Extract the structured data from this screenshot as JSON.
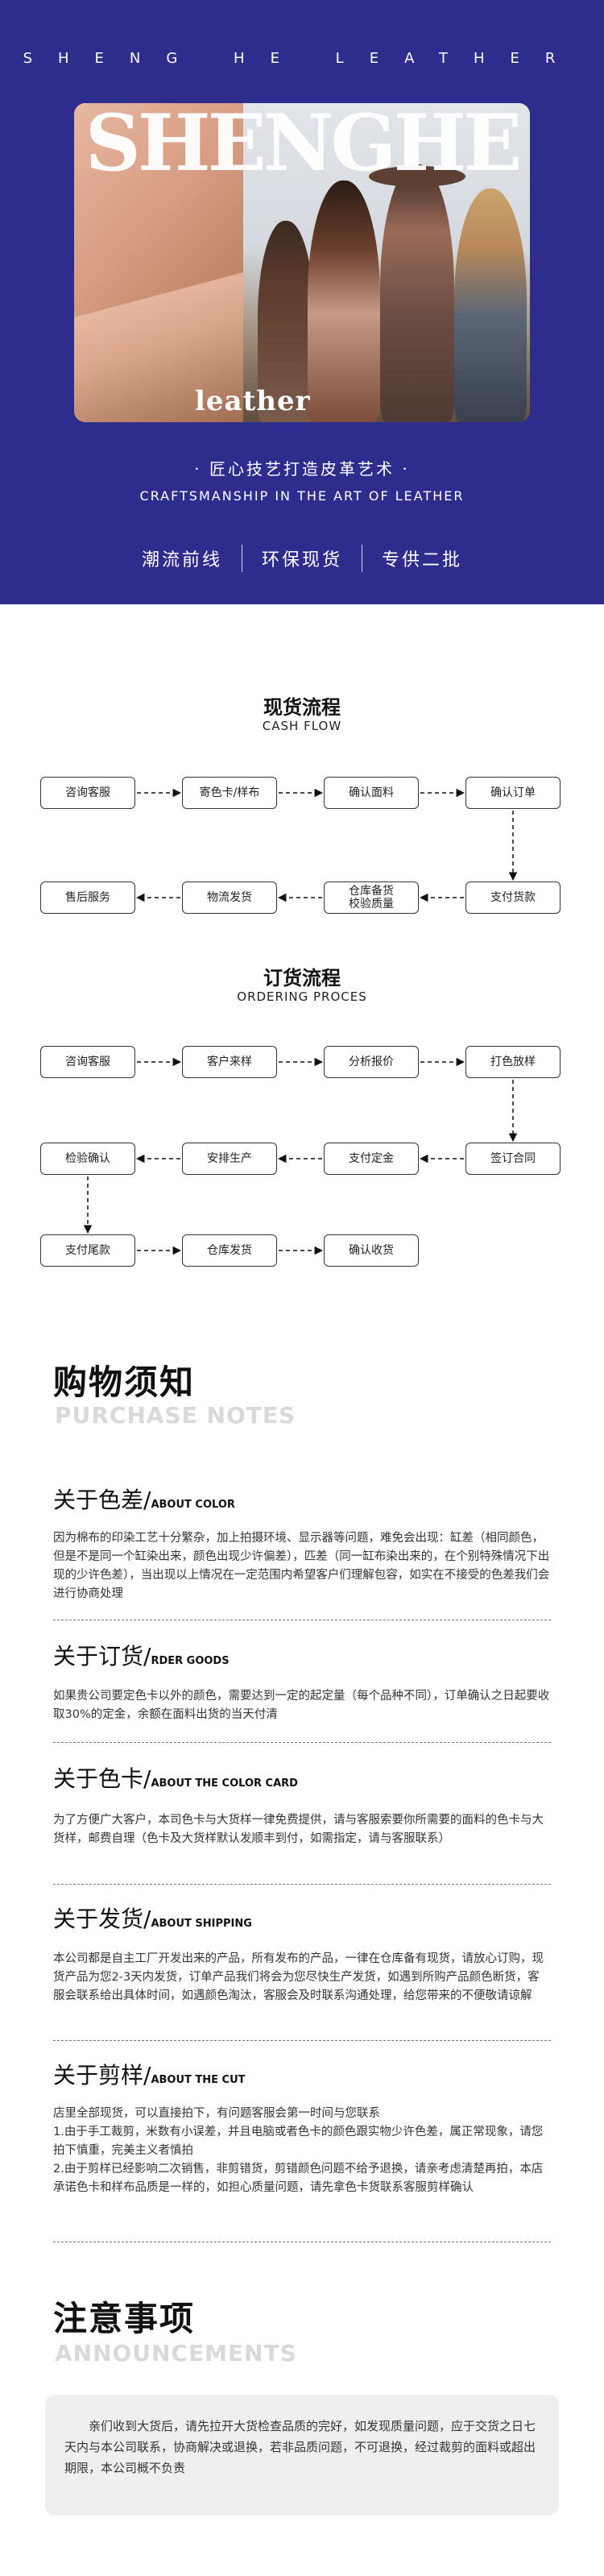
{
  "hero": {
    "brand": "SHENG HE LEATHER",
    "photo_big_text": "SHENGHE",
    "photo_script_text": "leather",
    "tagline_cn": "· 匠心技艺打造皮革艺术 ·",
    "tagline_en": "CRAFTSMANSHIP IN THE ART OF LEATHER",
    "features": [
      "潮流前线",
      "环保现货",
      "专供二批"
    ],
    "bg_color": "#2e2c8c"
  },
  "cash_flow": {
    "title": "现货流程",
    "subtitle": "CASH FLOW",
    "steps": [
      "咨询客服",
      "寄色卡/样布",
      "确认面料",
      "确认订单",
      "支付货款",
      "仓库备货\n校验质量",
      "物流发货",
      "售后服务"
    ]
  },
  "ordering": {
    "title": "订货流程",
    "subtitle": "ORDERING PROCES",
    "steps": [
      "咨询客服",
      "客户来样",
      "分析报价",
      "打色放样",
      "签订合同",
      "支付定金",
      "安排生产",
      "检验确认",
      "支付尾款",
      "仓库发货",
      "确认收货"
    ]
  },
  "purchase_notes": {
    "heading": "购物须知",
    "heading_en": "PURCHASE NOTES",
    "items": [
      {
        "title_cn": "关于色差/",
        "title_en": "ABOUT COLOR",
        "body": "因为棉布的印染工艺十分繁杂，加上拍摄环境、显示器等问题，难免会出现：缸差（相同颜色，但是不是同一个缸染出来，颜色出现少许偏差），匹差（同一缸布染出来的，在个别特殊情况下出现的少许色差），当出现以上情况在一定范围内希望客户们理解包容，如实在不接受的色差我们会进行协商处理"
      },
      {
        "title_cn": "关于订货/",
        "title_en": "RDER GOODS",
        "body": "如果贵公司要定色卡以外的颜色，需要达到一定的起定量（每个品种不同），订单确认之日起要收取30%的定金，余额在面料出货的当天付清"
      },
      {
        "title_cn": "关于色卡/",
        "title_en": "ABOUT THE COLOR CARD",
        "body": "为了方便广大客户，本司色卡与大货样一律免费提供，请与客服索要你所需要的面料的色卡与大货样，邮费自理（色卡及大货样默认发顺丰到付，如需指定，请与客服联系）"
      },
      {
        "title_cn": "关于发货/",
        "title_en": "ABOUT SHIPPING",
        "body": "本公司都是自主工厂开发出来的产品，所有发布的产品，一律在仓库备有现货，请放心订购，现货产品为您2-3天内发货，订单产品我们将会为您尽快生产发货，如遇到所购产品颜色断货，客服会联系给出具体时间，如遇颜色淘汰，客服会及时联系沟通处理，给您带来的不便敬请谅解"
      },
      {
        "title_cn": "关于剪样/",
        "title_en": "ABOUT THE CUT",
        "body": "店里全部现货，可以直接拍下，有问题客服会第一时间与您联系\n1.由于手工裁剪，米数有小误差，并且电脑或者色卡的颜色跟实物少许色差，属正常现象，请您拍下慎重，完美主义者慎拍\n2.由于剪样已经影响二次销售，非剪错货，剪错颜色问题不给予退换，请亲考虑清楚再拍，本店承诺色卡和样布品质是一样的，如担心质量问题，请先拿色卡货联系客服剪样确认"
      }
    ]
  },
  "announcements": {
    "heading": "注意事项",
    "heading_en": "ANNOUNCEMENTS",
    "body": "亲们收到大货后，请先拉开大货检查品质的完好，如发现质量问题，应于交货之日七天内与本公司联系，协商解决或退换，若非品质问题，不可退换，经过裁剪的面料或超出期限，本公司概不负责"
  }
}
